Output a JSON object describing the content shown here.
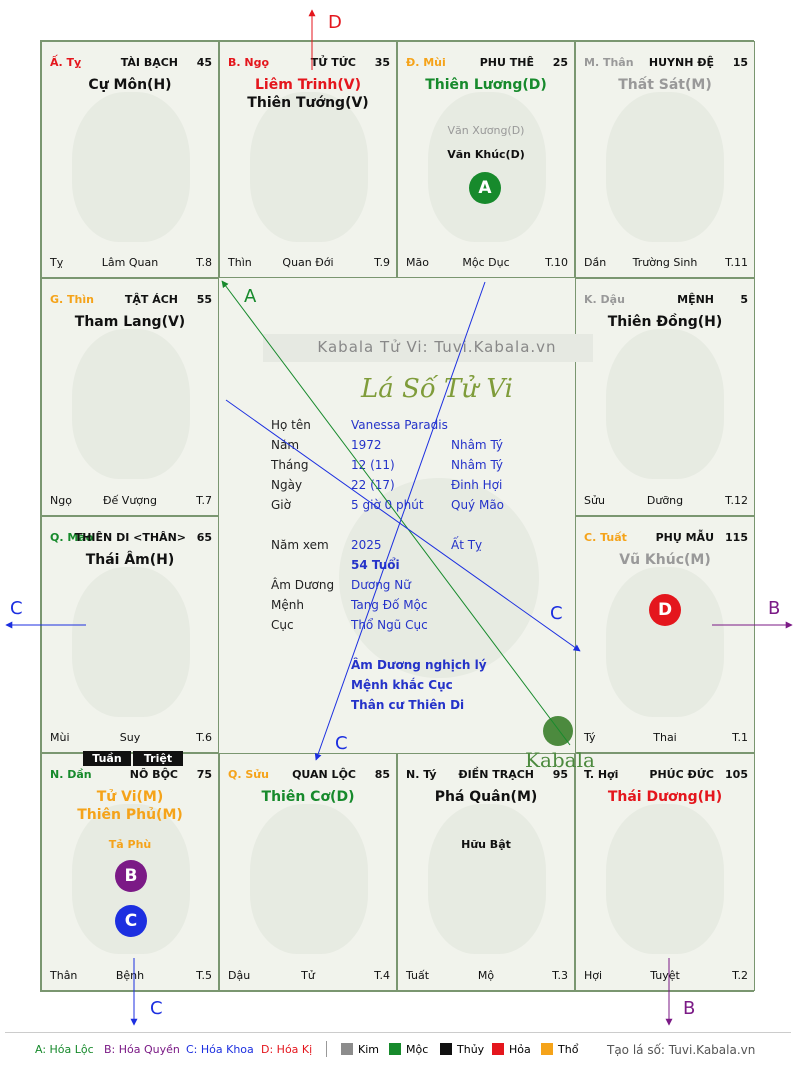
{
  "palaces": [
    {
      "can": "Ấ. Tỵ",
      "canColor": "#e4161d",
      "name": "TÀI BẠCH",
      "num": "45",
      "stars": [
        {
          "t": "Cự Môn(H)",
          "c": "#111"
        }
      ],
      "minor": [],
      "branch": "Tỵ",
      "stage": "Lâm Quan",
      "age": "T.8"
    },
    {
      "can": "B. Ngọ",
      "canColor": "#e4161d",
      "name": "TỬ TỨC",
      "num": "35",
      "stars": [
        {
          "t": "Liêm Trinh(V)",
          "c": "#e4161d"
        },
        {
          "t": "Thiên Tướng(V)",
          "c": "#111"
        }
      ],
      "minor": [],
      "branch": "Thìn",
      "stage": "Quan Đới",
      "age": "T.9"
    },
    {
      "can": "Đ. Mùi",
      "canColor": "#f5a31a",
      "name": "PHU THÊ",
      "num": "25",
      "stars": [
        {
          "t": "Thiên Lương(D)",
          "c": "#178a2c"
        }
      ],
      "minor": [
        {
          "t": "Văn Xương(D)",
          "c": "#999"
        },
        {
          "t": "Văn Khúc(D)",
          "c": "#111"
        }
      ],
      "branch": "Mão",
      "stage": "Mộc Dục",
      "age": "T.10"
    },
    {
      "can": "M. Thân",
      "canColor": "#999",
      "name": "HUYNH ĐỆ",
      "num": "15",
      "stars": [
        {
          "t": "Thất Sát(M)",
          "c": "#999"
        }
      ],
      "minor": [],
      "branch": "Dần",
      "stage": "Trường Sinh",
      "age": "T.11"
    },
    {
      "can": "G. Thìn",
      "canColor": "#f5a31a",
      "name": "TẬT ÁCH",
      "num": "55",
      "stars": [
        {
          "t": "Tham Lang(V)",
          "c": "#111"
        }
      ],
      "minor": [],
      "branch": "Ngọ",
      "stage": "Đế Vượng",
      "age": "T.7"
    },
    {
      "can": "K. Dậu",
      "canColor": "#999",
      "name": "MỆNH",
      "num": "5",
      "stars": [
        {
          "t": "Thiên Đồng(H)",
          "c": "#111"
        }
      ],
      "minor": [],
      "branch": "Sửu",
      "stage": "Dưỡng",
      "age": "T.12"
    },
    {
      "can": "Q. Mão",
      "canColor": "#178a2c",
      "name": "THIÊN DI <THÂN>",
      "num": "65",
      "stars": [
        {
          "t": "Thái Âm(H)",
          "c": "#111"
        }
      ],
      "minor": [],
      "branch": "Mùi",
      "stage": "Suy",
      "age": "T.6"
    },
    {
      "can": "C. Tuất",
      "canColor": "#f5a31a",
      "name": "PHỤ MẪU",
      "num": "115",
      "stars": [
        {
          "t": "Vũ Khúc(M)",
          "c": "#999"
        }
      ],
      "minor": [],
      "branch": "Tý",
      "stage": "Thai",
      "age": "T.1"
    },
    {
      "can": "N. Dần",
      "canColor": "#178a2c",
      "name": "NÔ BỘC",
      "num": "75",
      "stars": [
        {
          "t": "Tử Vi(M)",
          "c": "#f5a31a"
        },
        {
          "t": "Thiên Phủ(M)",
          "c": "#f5a31a"
        }
      ],
      "minor": [
        {
          "t": "Tả Phù",
          "c": "#f5a31a"
        }
      ],
      "branch": "Thân",
      "stage": "Bệnh",
      "age": "T.5"
    },
    {
      "can": "Q. Sửu",
      "canColor": "#f5a31a",
      "name": "QUAN LỘC",
      "num": "85",
      "stars": [
        {
          "t": "Thiên Cơ(D)",
          "c": "#178a2c"
        }
      ],
      "minor": [],
      "branch": "Dậu",
      "stage": "Tử",
      "age": "T.4"
    },
    {
      "can": "N. Tý",
      "canColor": "#111",
      "name": "ĐIỀN TRẠCH",
      "num": "95",
      "stars": [
        {
          "t": "Phá Quân(M)",
          "c": "#111"
        }
      ],
      "minor": [
        {
          "t": "Hữu Bật",
          "c": "#111"
        }
      ],
      "branch": "Tuất",
      "stage": "Mộ",
      "age": "T.3"
    },
    {
      "can": "T. Hợi",
      "canColor": "#111",
      "name": "PHÚC ĐỨC",
      "num": "105",
      "stars": [
        {
          "t": "Thái Dương(H)",
          "c": "#e4161d"
        }
      ],
      "minor": [],
      "branch": "Hợi",
      "stage": "Tuyệt",
      "age": "T.2"
    }
  ],
  "tuan": "Tuần",
  "triet": "Triệt",
  "center": {
    "watermark": "Kabala Tử Vi: Tuvi.Kabala.vn",
    "title": "Lá Số Tử Vi",
    "rows": [
      {
        "l": "Họ tên",
        "v": "Vanessa Paradis",
        "v2": ""
      },
      {
        "l": "Năm",
        "v": "1972",
        "v2": "Nhâm Tý"
      },
      {
        "l": "Tháng",
        "v": "12  (11)",
        "v2": "Nhâm Tý"
      },
      {
        "l": "Ngày",
        "v": "22  (17)",
        "v2": "Đinh Hợi"
      },
      {
        "l": "Giờ",
        "v": "5 giờ 0 phút",
        "v2": "Quý Mão"
      }
    ],
    "namxem": {
      "l": "Năm xem",
      "v": "2025",
      "v2": "Ất Tỵ"
    },
    "tuoi": "54 Tuổi",
    "rows2": [
      {
        "l": "Âm Dương",
        "v": "Dương Nữ"
      },
      {
        "l": "Mệnh",
        "v": "Tang Đố Mộc"
      },
      {
        "l": "Cục",
        "v": "Thổ Ngũ Cục"
      }
    ],
    "notes": [
      "Âm Dương nghịch lý",
      "Mệnh khắc Cục",
      "Thân cư Thiên Di"
    ],
    "logo": "Kabala"
  },
  "markers": {
    "A": "A",
    "B": "B",
    "C": "C",
    "D": "D"
  },
  "legend": {
    "a": "A: Hóa Lộc",
    "b": "B: Hóa Quyền",
    "c": "C: Hóa Khoa",
    "d": "D: Hóa Kị",
    "kim": "Kim",
    "moc": "Mộc",
    "thuy": "Thủy",
    "hoa": "Hỏa",
    "tho": "Thổ",
    "site": "Tạo lá số: Tuvi.Kabala.vn"
  },
  "colors": {
    "A": "#178a2c",
    "B": "#7b1a86",
    "C": "#1c2fe0",
    "D": "#e4161d",
    "kim": "#8c8c8c",
    "moc": "#178a2c",
    "thuy": "#111111",
    "hoa": "#e4161d",
    "tho": "#f5a31a"
  }
}
